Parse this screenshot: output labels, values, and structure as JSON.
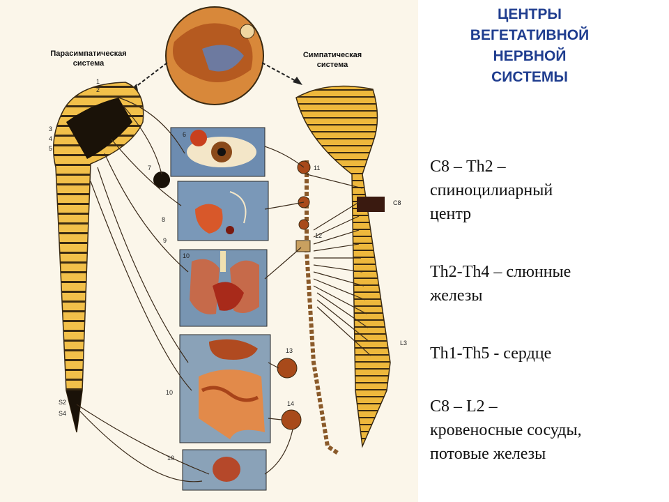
{
  "figure": {
    "parasympathetic_label": [
      "Парасимпатическая",
      "система"
    ],
    "sympathetic_label": [
      "Симпатическая",
      "система"
    ],
    "numbers": [
      "1",
      "2",
      "3",
      "4",
      "5",
      "6",
      "7",
      "8",
      "9",
      "10",
      "10",
      "11",
      "12",
      "13",
      "14",
      "10"
    ],
    "spine_labels": [
      "C8",
      "L3",
      "S2",
      "S4"
    ]
  },
  "slide": {
    "title": [
      "ЦЕНТРЫ",
      "ВЕГЕТАТИВНОЙ",
      "НЕРВНОЙ",
      "СИСТЕМЫ"
    ],
    "paragraphs": [
      [
        "С8 – Th2 –",
        "спиноцилиарный",
        "центр"
      ],
      [
        "Th2-Th4 – слюнные",
        "железы"
      ],
      [
        "Th1-Th5 - сердце"
      ],
      [
        "С8 – L2 –",
        "кровеносные сосуды,",
        "потовые железы"
      ]
    ]
  }
}
